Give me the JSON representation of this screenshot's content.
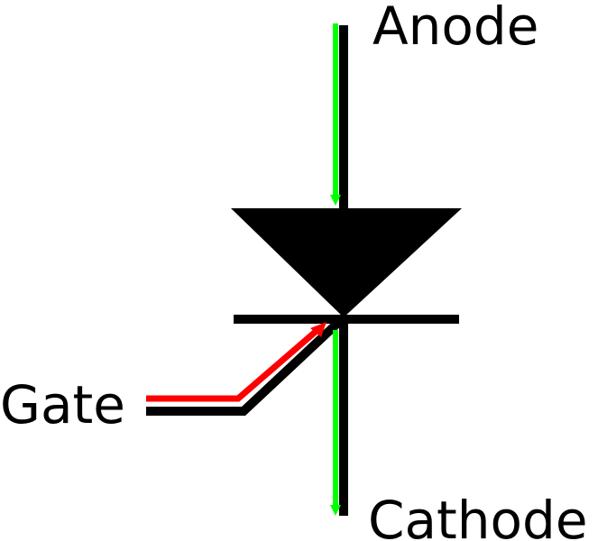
{
  "labels": {
    "anode": "Anode",
    "gate": "Gate",
    "cathode": "Cathode"
  },
  "colors": {
    "symbol": "#000000",
    "current_flow": "#00ff00",
    "gate_signal": "#ff0000",
    "background": "#ffffff"
  }
}
